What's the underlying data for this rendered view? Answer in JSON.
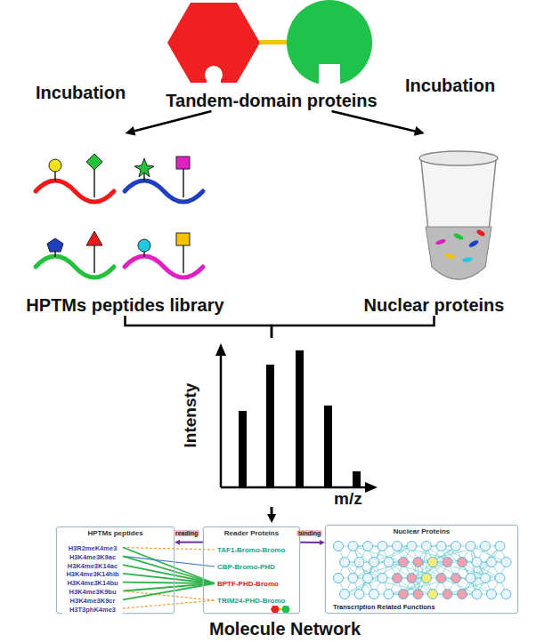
{
  "diagram": {
    "nodes": [
      {
        "text": [
          "Tandem-domain proteins"
        ]
      },
      {
        "text": [
          "HPTMs peptides library"
        ]
      },
      {
        "text": [
          "Nuclear proteins"
        ]
      },
      {
        "text": [
          "Intensty",
          "m/z"
        ]
      },
      {
        "text": [
          "Molecule Network"
        ]
      },
      {
        "text": [
          "HPTMs peptides"
        ],
        "in": 4
      },
      {
        "text": [
          "H3R2meK4me3"
        ],
        "in": 5
      },
      {
        "text": [
          "H3K4me3K9ac"
        ],
        "in": 5
      },
      {
        "text": [
          "H3K4me3K14ac"
        ],
        "in": 5
      },
      {
        "text": [
          "H3K4me3K14hib"
        ],
        "in": 5
      },
      {
        "text": [
          "H3K4me3K14bu"
        ],
        "in": 5
      },
      {
        "text": [
          "H3K4me3K9bu"
        ],
        "in": 5
      },
      {
        "text": [
          "H3K4me3K9cr"
        ],
        "in": 5
      },
      {
        "text": [
          "H3T3phK4me3"
        ],
        "in": 5
      },
      {
        "text": [
          "Reader Proteins"
        ],
        "in": 4
      },
      {
        "text": [
          "TAF1-Bromo-Bromo"
        ],
        "in": 14
      },
      {
        "text": [
          "CBP-Bromo-PHD"
        ],
        "in": 14
      },
      {
        "text": [
          "BPTF-PHD-Bromo"
        ],
        "in": 14
      },
      {
        "text": [
          "TRIM24-PHD-Bromo"
        ],
        "in": 14
      },
      {
        "text": [
          "Nuclear Proteins",
          "Transcription Related Functions"
        ],
        "in": 4
      }
    ],
    "edges": [
      {
        "from": 0,
        "to": 1,
        "arrow": "to",
        "label": "Incubation"
      },
      {
        "from": 0,
        "to": 2,
        "arrow": "to",
        "label": "Incubation"
      },
      {
        "from": 1,
        "to": 3,
        "arrow": "none"
      },
      {
        "from": 2,
        "to": 3,
        "arrow": "none"
      },
      {
        "from": 3,
        "to": 4,
        "arrow": "to"
      },
      {
        "from": 14,
        "to": 5,
        "arrow": "to",
        "label": "reading"
      },
      {
        "from": 14,
        "to": 19,
        "arrow": "to",
        "label": "binding"
      },
      {
        "from": 6,
        "to": 15,
        "arrow": "none"
      },
      {
        "from": 6,
        "to": 17,
        "arrow": "none"
      },
      {
        "from": 7,
        "to": 16,
        "arrow": "none"
      },
      {
        "from": 7,
        "to": 17,
        "arrow": "none"
      },
      {
        "from": 8,
        "to": 17,
        "arrow": "none"
      },
      {
        "from": 9,
        "to": 17,
        "arrow": "none"
      },
      {
        "from": 10,
        "to": 17,
        "arrow": "none"
      },
      {
        "from": 11,
        "to": 17,
        "arrow": "none"
      },
      {
        "from": 11,
        "to": 18,
        "arrow": "none"
      },
      {
        "from": 12,
        "to": 17,
        "arrow": "none"
      },
      {
        "from": 13,
        "to": 18,
        "arrow": "none"
      }
    ]
  }
}
